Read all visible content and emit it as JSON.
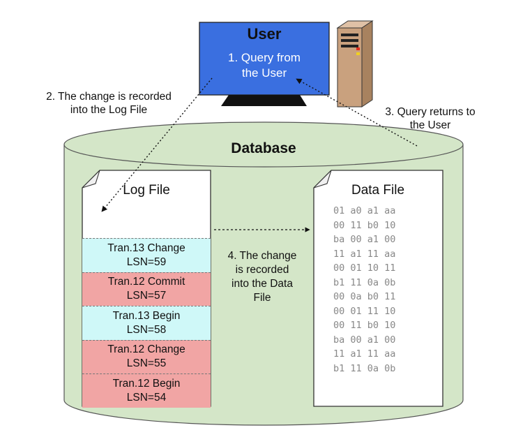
{
  "user": {
    "title": "User",
    "query_text": "1. Query from\nthe User"
  },
  "annotations": {
    "step2": "2. The change is recorded\ninto the  Log File",
    "step3": "3. Query returns to\nthe User",
    "step4": "4. The change\nis recorded\ninto the  Data\nFile"
  },
  "database": {
    "title": "Database"
  },
  "log_file": {
    "title": "Log File",
    "entries": [
      {
        "text": "Tran.13 Change\nLSN=59",
        "color": "#cff8f8"
      },
      {
        "text": "Tran.12 Commit\nLSN=57",
        "color": "#f1a5a4"
      },
      {
        "text": "Tran.13 Begin\nLSN=58",
        "color": "#cff8f8"
      },
      {
        "text": "Tran.12 Change\nLSN=55",
        "color": "#f1a5a4"
      },
      {
        "text": "Tran.12 Begin\nLSN=54",
        "color": "#f1a5a4"
      }
    ]
  },
  "data_file": {
    "title": "Data File",
    "rows": [
      "01 a0 a1 aa",
      "00 11 b0 10",
      "ba 00 a1 00",
      "11 a1 11 aa",
      "00 01 10 11",
      "b1 11 0a 0b",
      "00 0a b0 11",
      "00 01 11 10",
      "00 11 b0 10",
      "ba 00 a1 00",
      "11 a1 11 aa",
      "b1 11 0a 0b"
    ]
  },
  "colors": {
    "monitor": "#3a6fe0",
    "database": "#d4e6c8",
    "server": "#c9a17e",
    "log_cyan": "#cff8f8",
    "log_red": "#f1a5a4"
  }
}
